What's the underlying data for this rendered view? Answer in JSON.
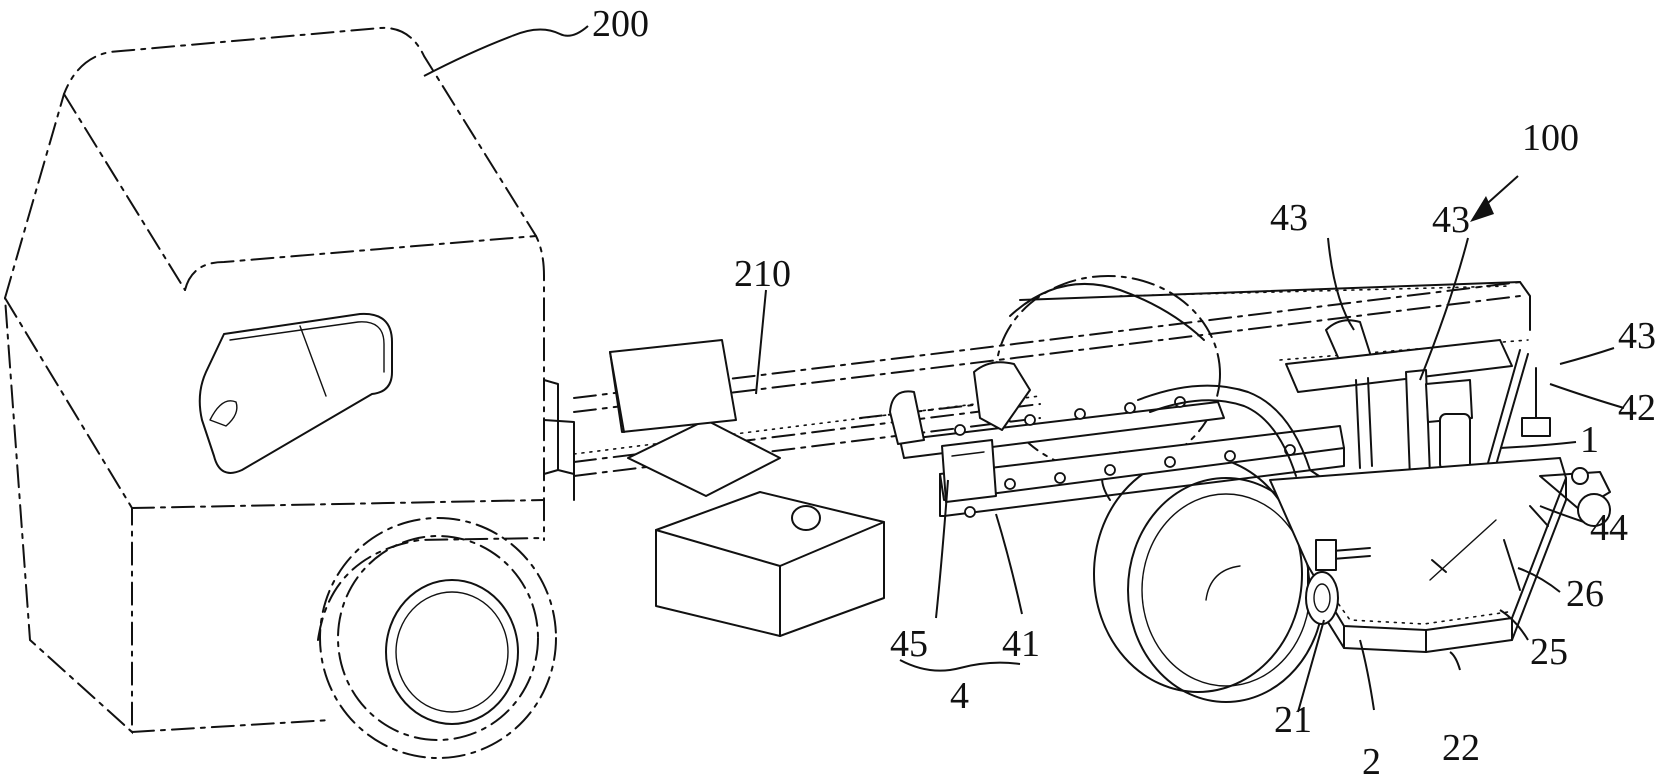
{
  "reference_numerals": {
    "truck": "200",
    "chassis_frame": "210",
    "apparatus": "100",
    "hanger_a": "43",
    "hanger_b": "43",
    "hanger_c": "43",
    "link_rod": "42",
    "mount_plate": "1",
    "side_rod": "44",
    "caster_rod": "26",
    "bracket": "25",
    "plate_base": "22",
    "platform": "2",
    "front_caster": "21",
    "beam": "41",
    "beam_end": "45",
    "lift_assembly": "4"
  }
}
